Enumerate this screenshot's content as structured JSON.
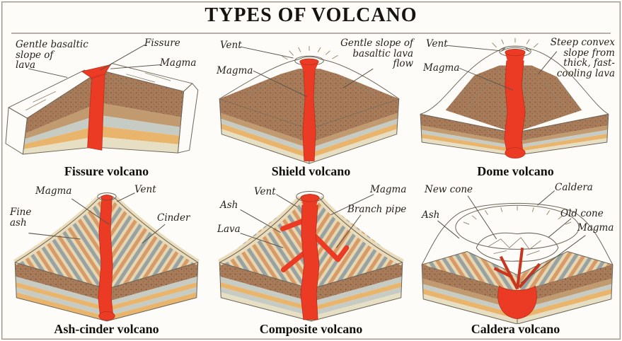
{
  "title": "TYPES OF VOLCANO",
  "colors": {
    "magma_red": "#ec3b25",
    "surface_cream": "#eadcba",
    "strata_brown": "#a87c5a",
    "strata_tan": "#c19a6f",
    "strata_gray": "#c6ccc4",
    "strata_orange": "#e9b46c",
    "strata_cream": "#e7dfc4"
  },
  "panels": [
    {
      "name": "fissure",
      "caption": "Fissure volcano",
      "labels": {
        "slope": "Gentle basaltic\nslope of\nlava",
        "fissure": "Fissure",
        "magma": "Magma"
      }
    },
    {
      "name": "shield",
      "caption": "Shield volcano",
      "labels": {
        "vent": "Vent",
        "magma": "Magma",
        "slope": "Gentle slope of\nbasaltic lava\nflow"
      }
    },
    {
      "name": "dome",
      "caption": "Dome volcano",
      "labels": {
        "vent": "Vent",
        "magma": "Magma",
        "slope": "Steep convex\nslope from\nthick, fast-\ncooling lava"
      }
    },
    {
      "name": "ash-cinder",
      "caption": "Ash-cinder volcano",
      "labels": {
        "magma": "Magma",
        "vent": "Vent",
        "fine_ash": "Fine\nash",
        "cinder": "Cinder"
      }
    },
    {
      "name": "composite",
      "caption": "Composite volcano",
      "labels": {
        "ash": "Ash",
        "vent": "Vent",
        "magma": "Magma",
        "branch_pipe": "Branch pipe",
        "lava": "Lava"
      }
    },
    {
      "name": "caldera",
      "caption": "Caldera volcano",
      "labels": {
        "new_cone": "New cone",
        "caldera": "Caldera",
        "ash": "Ash",
        "old_cone": "Old cone",
        "magma": "Magma"
      }
    }
  ]
}
